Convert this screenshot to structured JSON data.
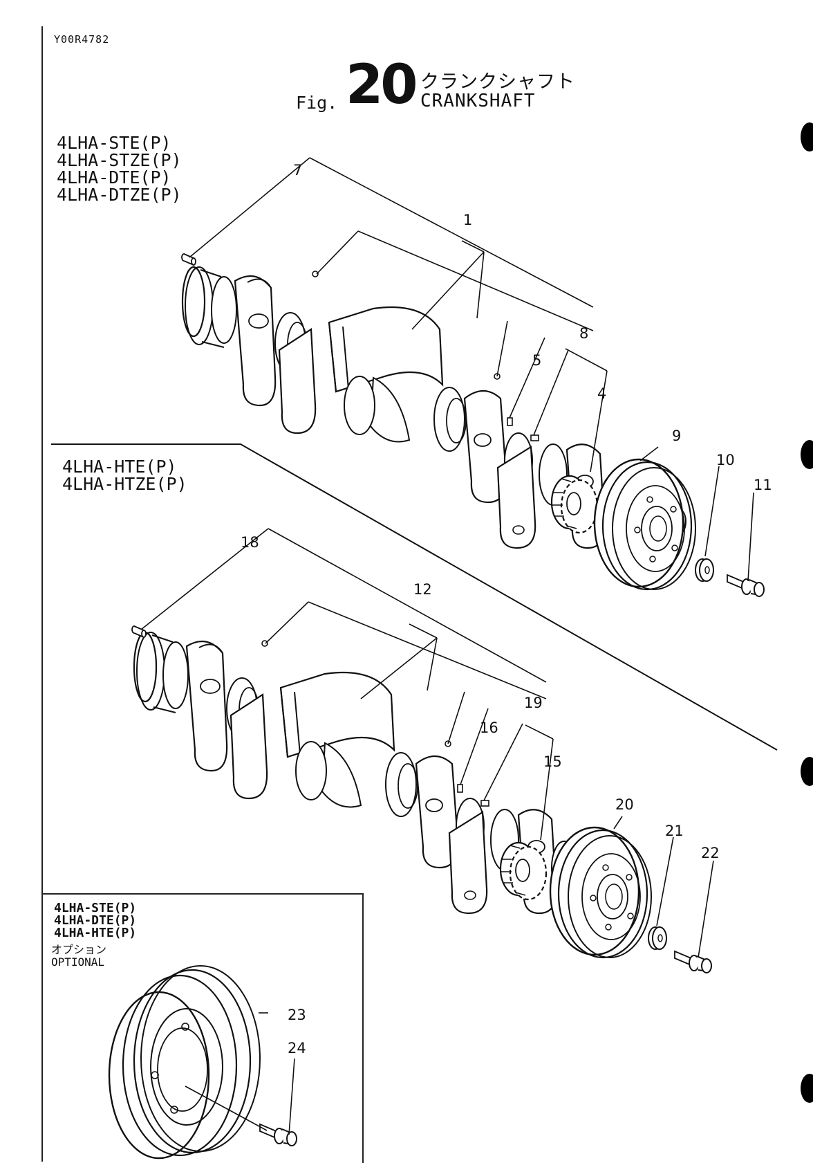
{
  "document": {
    "code": "Y00R4782",
    "fig_prefix": "Fig.",
    "fig_number": "20",
    "title_jp": "クランクシャフト",
    "title_en": "CRANKSHAFT"
  },
  "upper_group": {
    "models": [
      "4LHA-STE(P)",
      "4LHA-STZE(P)",
      "4LHA-DTE(P)",
      "4LHA-DTZE(P)"
    ]
  },
  "lower_group": {
    "models": [
      "4LHA-HTE(P)",
      "4LHA-HTZE(P)"
    ]
  },
  "inset": {
    "models": [
      "4LHA-STE(P)",
      "4LHA-DTE(P)",
      "4LHA-HTE(P)"
    ],
    "option_jp": "オプション",
    "option_en": "OPTIONAL"
  },
  "callouts": {
    "c1": "1",
    "c4": "4",
    "c5": "5",
    "c7": "7",
    "c8": "8",
    "c9": "9",
    "c10": "10",
    "c11": "11",
    "c12": "12",
    "c15": "15",
    "c16": "16",
    "c18": "18",
    "c19": "19",
    "c20": "20",
    "c21": "21",
    "c22": "22",
    "c23": "23",
    "c24": "24"
  }
}
